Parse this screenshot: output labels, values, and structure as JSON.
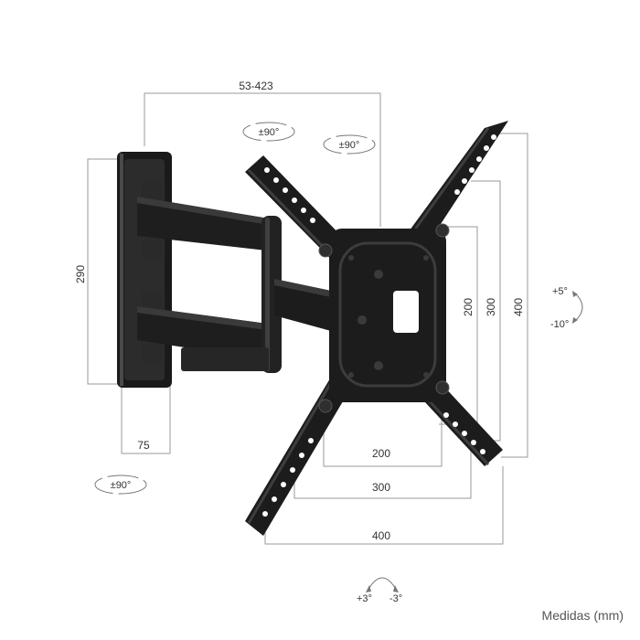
{
  "dimensions": {
    "arm_extension": "53-423",
    "wall_plate_height": "290",
    "wall_plate_depth": "75",
    "vesa_h_small": "200",
    "vesa_h_mid": "300",
    "vesa_h_large": "400",
    "vesa_w_small": "200",
    "vesa_w_mid": "300",
    "vesa_w_large": "400"
  },
  "rotations": {
    "arm_swivel_1": "±90°",
    "arm_swivel_2": "±90°",
    "wall_swivel": "±90°",
    "tilt_up": "+5°",
    "tilt_down": "-10°",
    "level_plus": "+3°",
    "level_minus": "-3°"
  },
  "units_label": "Medidas (mm)",
  "colors": {
    "product": "#1c1c1c",
    "product_highlight": "#3a3a3a",
    "dimension_line": "#999999",
    "text": "#333333"
  }
}
